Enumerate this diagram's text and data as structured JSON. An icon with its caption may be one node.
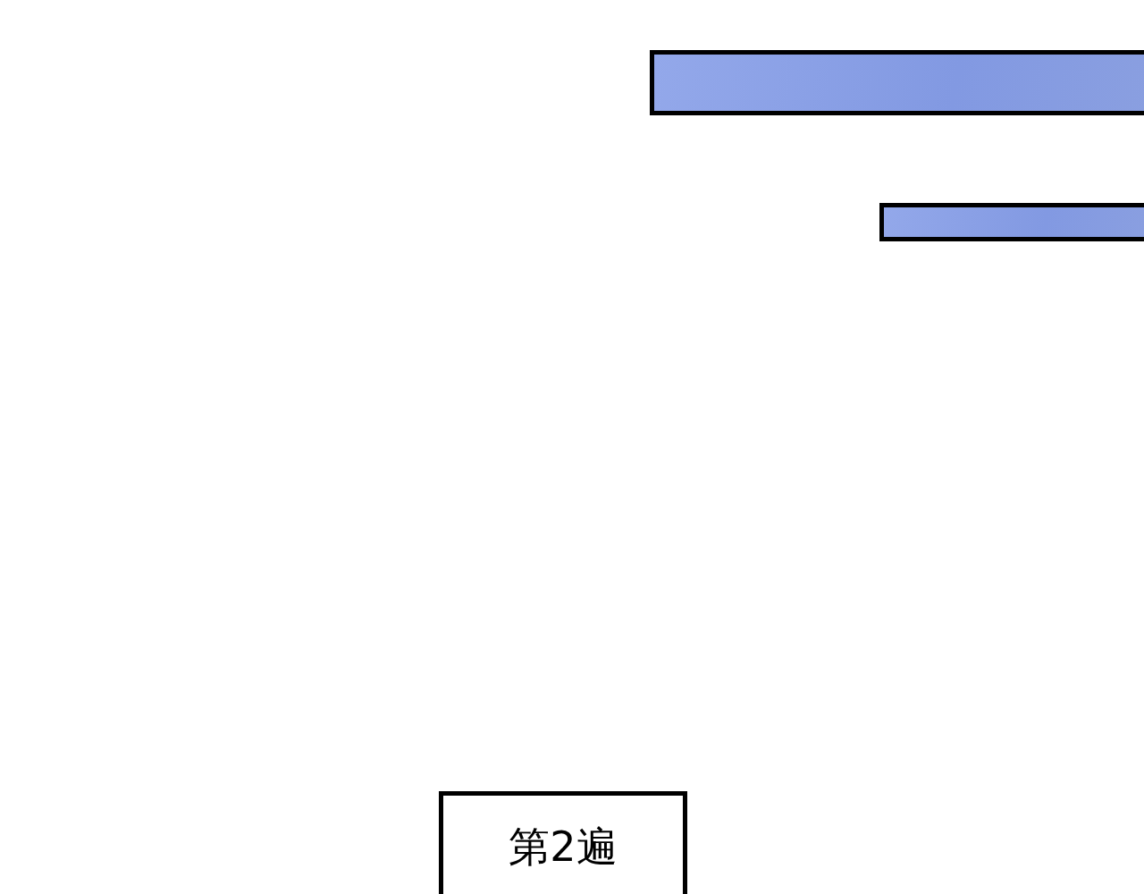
{
  "diagram": {
    "nodes": [
      {
        "text": [],
        "shape": "bar"
      },
      {
        "text": [],
        "shape": "bar"
      },
      {
        "text": [
          "第2遍"
        ]
      }
    ]
  }
}
